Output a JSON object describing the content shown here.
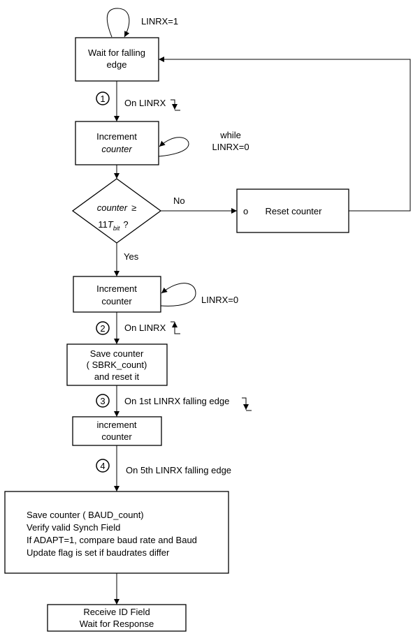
{
  "top_loop_label": "LINRX=1",
  "wait_box": {
    "line1": "Wait for falling",
    "line2": "edge"
  },
  "step1": {
    "number": "1",
    "label": "On LINRX"
  },
  "increment1": {
    "line1": "Increment",
    "line2": "counter"
  },
  "while_label": {
    "line1": "while",
    "line2": "LINRX=0"
  },
  "decision": {
    "counter_word": "counter",
    "geq": "≥",
    "coef": "11",
    "t": "T",
    "sub": "bit",
    "question": "?"
  },
  "no_label": "No",
  "yes_label": "Yes",
  "reset_box": {
    "marker": "o",
    "label": "Reset counter"
  },
  "increment2": {
    "line1": "Increment",
    "line2": "counter"
  },
  "loop2_label": "LINRX=0",
  "step2": {
    "number": "2",
    "label": "On LINRX"
  },
  "save1": {
    "line1": "Save counter",
    "line2": "( SBRK_count)",
    "line3": "and reset it"
  },
  "step3": {
    "number": "3",
    "label": "On 1st LINRX falling edge"
  },
  "increment3": {
    "line1": "increment",
    "line2": "counter"
  },
  "step4": {
    "number": "4",
    "label": "On 5th LINRX falling edge"
  },
  "save2": {
    "line1": "Save counter ( BAUD_count)",
    "line2": "Verify valid Synch Field",
    "line3": "If ADAPT=1, compare baud rate and Baud",
    "line4": "Update flag is set if baudrates differ"
  },
  "final_box": {
    "line1": "Receive ID Field",
    "line2": "Wait for  Response"
  }
}
